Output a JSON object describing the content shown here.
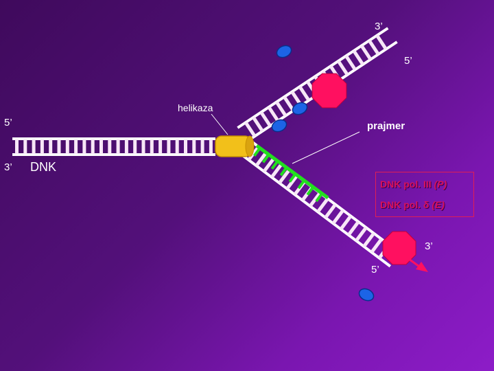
{
  "labels": {
    "top_3prime": "3’",
    "top_5prime": "5’",
    "left_5prime": "5’",
    "left_3prime": "3’",
    "dna": "DNK",
    "helicase": "helikaza",
    "primer": "prajmer",
    "bottom_3prime": "3’",
    "bottom_5prime": "5’"
  },
  "polymerases": {
    "pol3_name": "DNK pol. III",
    "pol3_tag": "(P)",
    "pold_name": "DNK pol. δ",
    "pold_tag": "(E)"
  },
  "colors": {
    "strand": "#ffffff",
    "rung": "#f7e6f7",
    "helicase_body": "#f2c01a",
    "polymerase": "#ff1060",
    "primer": "#22e01e",
    "ssb_protein": "#1c64e6",
    "arrow": "#ff1060"
  }
}
